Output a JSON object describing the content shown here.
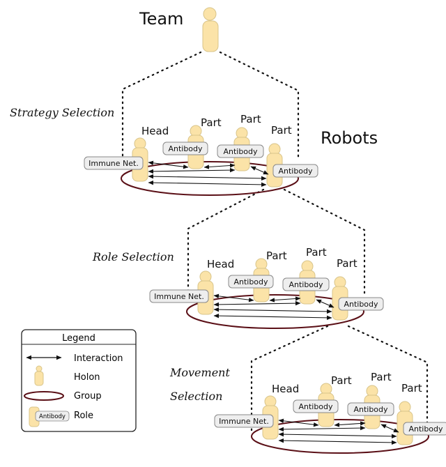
{
  "team": {
    "label": "Team"
  },
  "robots": {
    "label": "Robots"
  },
  "levels": [
    {
      "title_lines": [
        "Strategy Selection"
      ],
      "head_label": "Head",
      "part_labels": [
        "Part",
        "Part",
        "Part"
      ],
      "immune_label": "Immune Net.",
      "antibody_labels": [
        "Antibody",
        "Antibody",
        "Antibody"
      ]
    },
    {
      "title_lines": [
        "Role Selection"
      ],
      "head_label": "Head",
      "part_labels": [
        "Part",
        "Part",
        "Part"
      ],
      "immune_label": "Immune Net.",
      "antibody_labels": [
        "Antibody",
        "Antibody",
        "Antibody"
      ]
    },
    {
      "title_lines": [
        "Movement",
        "Selection"
      ],
      "head_label": "Head",
      "part_labels": [
        "Part",
        "Part",
        "Part"
      ],
      "immune_label": "Immune Net.",
      "antibody_labels": [
        "Antibody",
        "Antibody",
        "Antibody"
      ]
    }
  ],
  "legend": {
    "title": "Legend",
    "items": [
      {
        "icon": "interaction-arrow-icon",
        "label": "Interaction"
      },
      {
        "icon": "holon-icon",
        "label": "Holon"
      },
      {
        "icon": "group-ellipse-icon",
        "label": "Group"
      },
      {
        "icon": "role-icon",
        "label": "Role",
        "sample": "Antibody"
      }
    ]
  },
  "colors": {
    "holon_fill": "#fbe3a8",
    "holon_stroke": "#d8c48a",
    "group_stroke": "#5a0f16",
    "box_fill": "#eeeeee",
    "box_stroke": "#888888",
    "line": "#111111"
  }
}
